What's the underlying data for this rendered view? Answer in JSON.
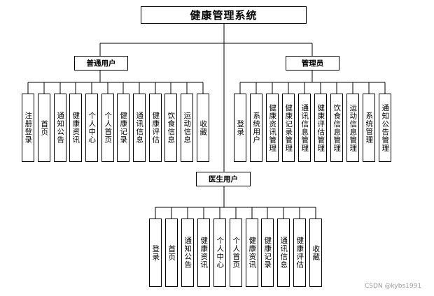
{
  "title": "健康管理系统",
  "branches": [
    {
      "id": "ordinary",
      "label": "普通用户",
      "items": [
        "注册登录",
        "首页",
        "通知公告",
        "健康资讯",
        "个人中心",
        "个人首页",
        "健康记录",
        "通讯信息",
        "健康评估",
        "饮食信息",
        "运动信息",
        "收藏"
      ]
    },
    {
      "id": "admin",
      "label": "管理员",
      "items": [
        "登录",
        "系统用户",
        "健康资讯管理",
        "健康记录管理",
        "通讯信息管理",
        "健康评估管理",
        "饮食信息管理",
        "运动信息管理",
        "系统管理",
        "通知公告管理"
      ]
    },
    {
      "id": "doctor",
      "label": "医生用户",
      "items": [
        "登录",
        "首页",
        "通知公告",
        "健康资讯",
        "个人中心",
        "个人首页",
        "健康资讯",
        "健康记录",
        "通讯信息",
        "健康评估",
        "收藏"
      ]
    }
  ],
  "watermark": "CSDN @kybs1991"
}
